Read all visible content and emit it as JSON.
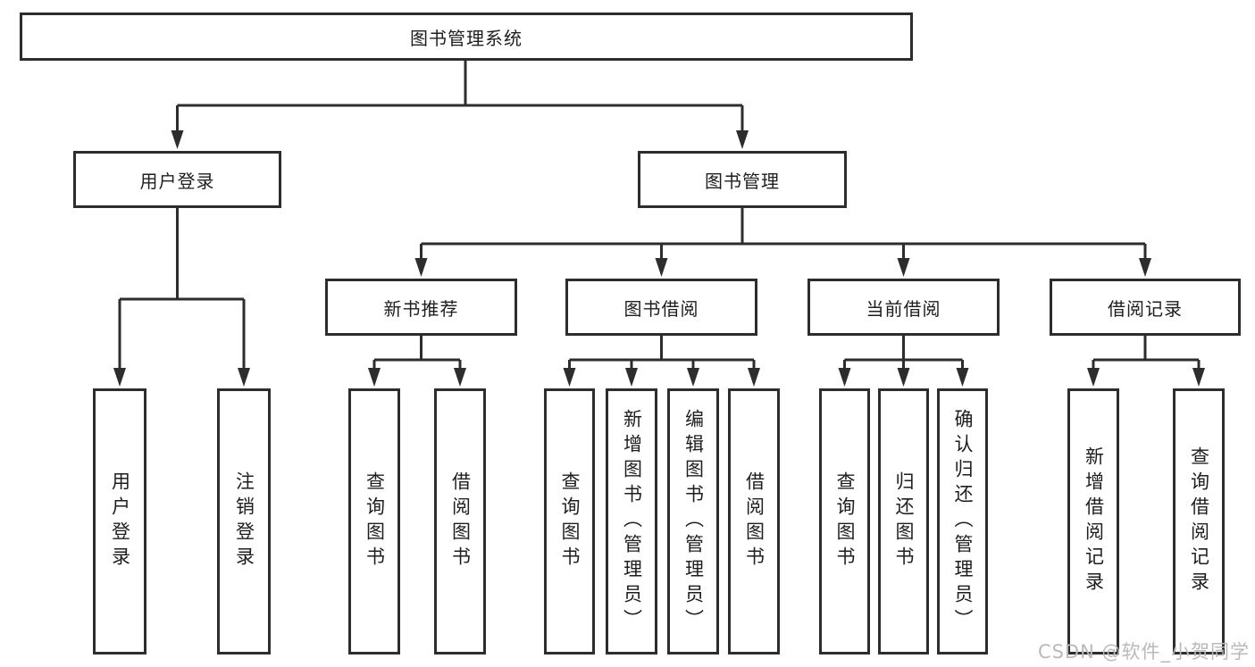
{
  "diagram": {
    "colors": {
      "border": "#2d2d2d",
      "line": "#2d2d2d",
      "text": "#1e1e1e",
      "background": "#ffffff",
      "watermark": "#b9b9b9"
    },
    "nodes": {
      "root": {
        "label": "图书管理系统"
      },
      "user_login": {
        "label": "用户登录"
      },
      "book_mgmt": {
        "label": "图书管理"
      },
      "new_book": {
        "label": "新书推荐"
      },
      "book_borrow": {
        "label": "图书借阅"
      },
      "current_borrow": {
        "label": "当前借阅"
      },
      "records": {
        "label": "借阅记录"
      },
      "leaf_user_login": {
        "label": "用户登录"
      },
      "leaf_logout": {
        "label": "注销登录"
      },
      "leaf_query1": {
        "label": "查询图书"
      },
      "leaf_borrow1": {
        "label": "借阅图书"
      },
      "leaf_query2": {
        "label": "查询图书"
      },
      "leaf_add_book": {
        "label": "新增图书（管理员）"
      },
      "leaf_edit_book": {
        "label": "编辑图书（管理员）"
      },
      "leaf_borrow2": {
        "label": "借阅图书"
      },
      "leaf_query3": {
        "label": "查询图书"
      },
      "leaf_return": {
        "label": "归还图书"
      },
      "leaf_confirm": {
        "label": "确认归还（管理员）"
      },
      "leaf_add_rec": {
        "label": "新增借阅记录"
      },
      "leaf_query_rec": {
        "label": "查询借阅记录"
      }
    },
    "hierarchy": {
      "图书管理系统": [
        "用户登录",
        "图书管理"
      ],
      "用户登录": [
        "用户登录",
        "注销登录"
      ],
      "图书管理": [
        "新书推荐",
        "图书借阅",
        "当前借阅",
        "借阅记录"
      ],
      "新书推荐": [
        "查询图书",
        "借阅图书"
      ],
      "图书借阅": [
        "查询图书",
        "新增图书（管理员）",
        "编辑图书（管理员）",
        "借阅图书"
      ],
      "当前借阅": [
        "查询图书",
        "归还图书",
        "确认归还（管理员）"
      ],
      "借阅记录": [
        "新增借阅记录",
        "查询借阅记录"
      ]
    },
    "watermark": {
      "text": "CSDN @软件_小贺同学"
    }
  }
}
